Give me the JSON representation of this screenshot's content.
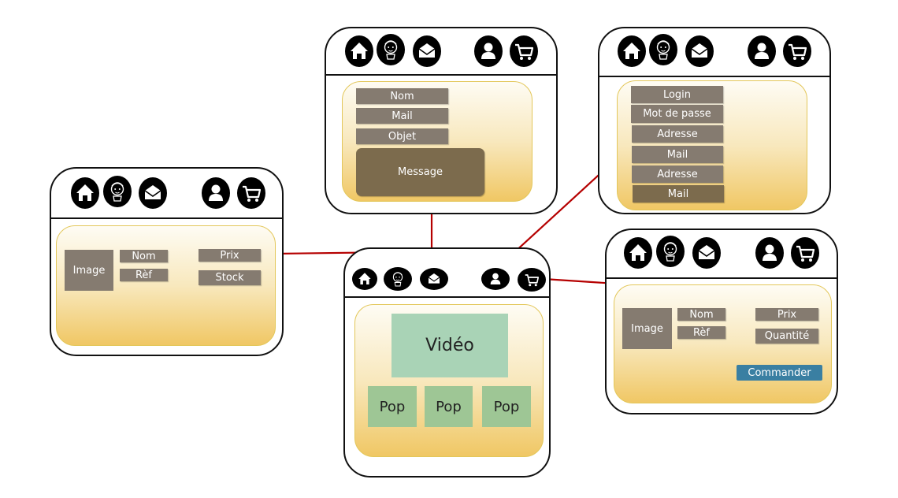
{
  "colors": {
    "arrow": "#b50000",
    "field": "#857b70",
    "field_dark": "#7c6b4d",
    "video": "#a9d3b6",
    "pop": "#9ec695",
    "order_button": "#3a7fa2"
  },
  "icons": [
    "home-icon",
    "avatar-icon",
    "mail-icon",
    "user-icon",
    "cart-icon"
  ],
  "accueil": {
    "video": "Vidéo",
    "pops": [
      "Pop",
      "Pop",
      "Pop"
    ]
  },
  "produits": {
    "image": "Image",
    "nom": "Nom",
    "ref": "Rèf",
    "prix": "Prix",
    "stock": "Stock"
  },
  "contact": {
    "nom": "Nom",
    "mail": "Mail",
    "objet": "Objet",
    "message": "Message"
  },
  "compte": {
    "login": "Login",
    "mot_de_passe": "Mot de passe",
    "adresse": "Adresse",
    "mail": "Mail",
    "adresse2": "Adresse",
    "mail2": "Mail"
  },
  "panier": {
    "image": "Image",
    "nom": "Nom",
    "ref": "Rèf",
    "prix": "Prix",
    "quantite": "Quantité",
    "commander": "Commander"
  }
}
